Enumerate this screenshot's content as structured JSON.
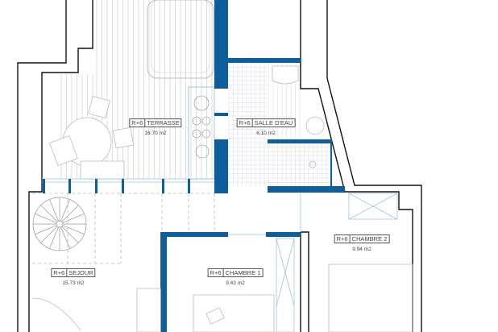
{
  "colors": {
    "wall": "#0d5e9c",
    "outline": "#111111",
    "thin": "#9fc3dc",
    "furniture": "#bbbbbb"
  },
  "rooms": [
    {
      "id": "terrasse",
      "level": "R+6",
      "name": "TERRASSE",
      "area": "16.70 m2"
    },
    {
      "id": "salle-deau",
      "level": "R+6",
      "name": "SALLE D'EAU",
      "area": "6.10 m2"
    },
    {
      "id": "sejour",
      "level": "R+6",
      "name": "SEJOUR",
      "area": "15.73 m2"
    },
    {
      "id": "chambre-1",
      "level": "R+6",
      "name": "CHAMBRE 1",
      "area": "9.43 m2"
    },
    {
      "id": "chambre-2",
      "level": "R+6",
      "name": "CHAMBRE 2",
      "area": "9.94 m2"
    }
  ]
}
